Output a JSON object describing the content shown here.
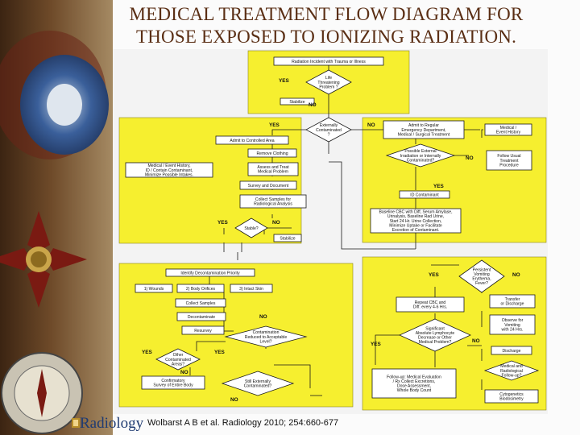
{
  "title": {
    "line1": "MEDICAL TREATMENT FLOW DIAGRAM FOR",
    "line2": "THOSE EXPOSED TO IONIZING RADIATION."
  },
  "colors": {
    "panel": "#f6ef2f",
    "box": "#ffffff",
    "line": "#1a1a1a",
    "background": "#f3f3f3",
    "title": "#5a2e14",
    "journal": "#1f3b72"
  },
  "diagram": {
    "nodes": {
      "incident": "Radiation Incident with Trauma or Illness",
      "life_threatening": [
        "Life",
        "Threatening",
        "Problem ?"
      ],
      "stabilize_top": "Stabilize",
      "externally_contaminated": [
        "Externally",
        "Contaminated",
        "?"
      ],
      "admit_controlled": "Admit to Controlled Area",
      "remove_clothing": "Remove Clothing",
      "history_left": [
        "Medical / Event History,",
        "ID / Contain Contaminant,",
        "Minimize Possible Intakes."
      ],
      "assess_treat": [
        "Assess and Treat",
        "Medical Problem"
      ],
      "survey_document": "Survey and Document",
      "collect_samples_rad": [
        "Collect Samples for",
        "Radiological Analysis"
      ],
      "stable": "Stable?",
      "stabilize_mid": "Stabilize",
      "admit_regular": [
        "Admit to Regular",
        "Emergency Department,",
        "Medical / Surgical Treatment"
      ],
      "history_right": [
        "Medical /",
        "Event History"
      ],
      "possible_external": [
        "Possible External",
        "Irradiation or Internally",
        "Contaminated?"
      ],
      "follow_usual": [
        "Follow Usual",
        "Treatment",
        "Procedure"
      ],
      "id_contaminant": "ID Contaminant",
      "baseline": [
        "Baseline CBC with Diff, Serum Amylase,",
        "Urinalysis, Baseline Rad Urine,",
        "Start 24 Hr. Urine Collection,",
        "Minimize Uptake or Facilitate",
        "Excretion of Contaminant."
      ],
      "identify_priority": "Identify Decontamination Priority",
      "wounds": "1) Wounds",
      "body_orifices": "2) Body Orifices",
      "intact_skin": "3) Intact Skin",
      "collect_samples": "Collect Samples",
      "decontaminate": "Decontaminate",
      "resurvey": "Resurvey",
      "contamination_reduced": [
        "Contamination",
        "Reduced to Acceptable",
        "Level?"
      ],
      "other_areas": [
        "Other",
        "Contaminated",
        "Areas?"
      ],
      "confirmatory": [
        "Confirmatory",
        "Survey of Entire Body"
      ],
      "still_contaminated": [
        "Still Externally",
        "Contaminated?"
      ],
      "persistent_vomiting": [
        "Persistent",
        "Vomiting",
        "Erythema,",
        "Fever?"
      ],
      "transfer": [
        "Transfer",
        "or Discharge"
      ],
      "repeat_cbc": [
        "Repeat CBC and",
        "Diff. every 4-6 Hrs."
      ],
      "observe_vomiting": [
        "Observe for",
        "Vomiting",
        "with 24 Hrs."
      ],
      "significant_decrease": [
        "Significant",
        "Absolute Lymphocyte",
        "Decrease or Other",
        "Medical Problem?"
      ],
      "discharge": "Discharge",
      "med_rad_followup": [
        "Medical and",
        "Radiological",
        "Follow-up?"
      ],
      "followup_eval": [
        "Follow-up: Medical Evaluation",
        "/ Rx Collect Excretions,",
        "Dose Assessment,",
        "Whole Body Count"
      ],
      "cytogenetics": [
        "Cytogenetics",
        "Biodosimetry"
      ]
    },
    "labels": {
      "yes": "YES",
      "no": "NO"
    }
  },
  "footer": {
    "journal": "Radiology",
    "citation": "Wolbarst A B et al. Radiology 2010; 254:660-677"
  }
}
